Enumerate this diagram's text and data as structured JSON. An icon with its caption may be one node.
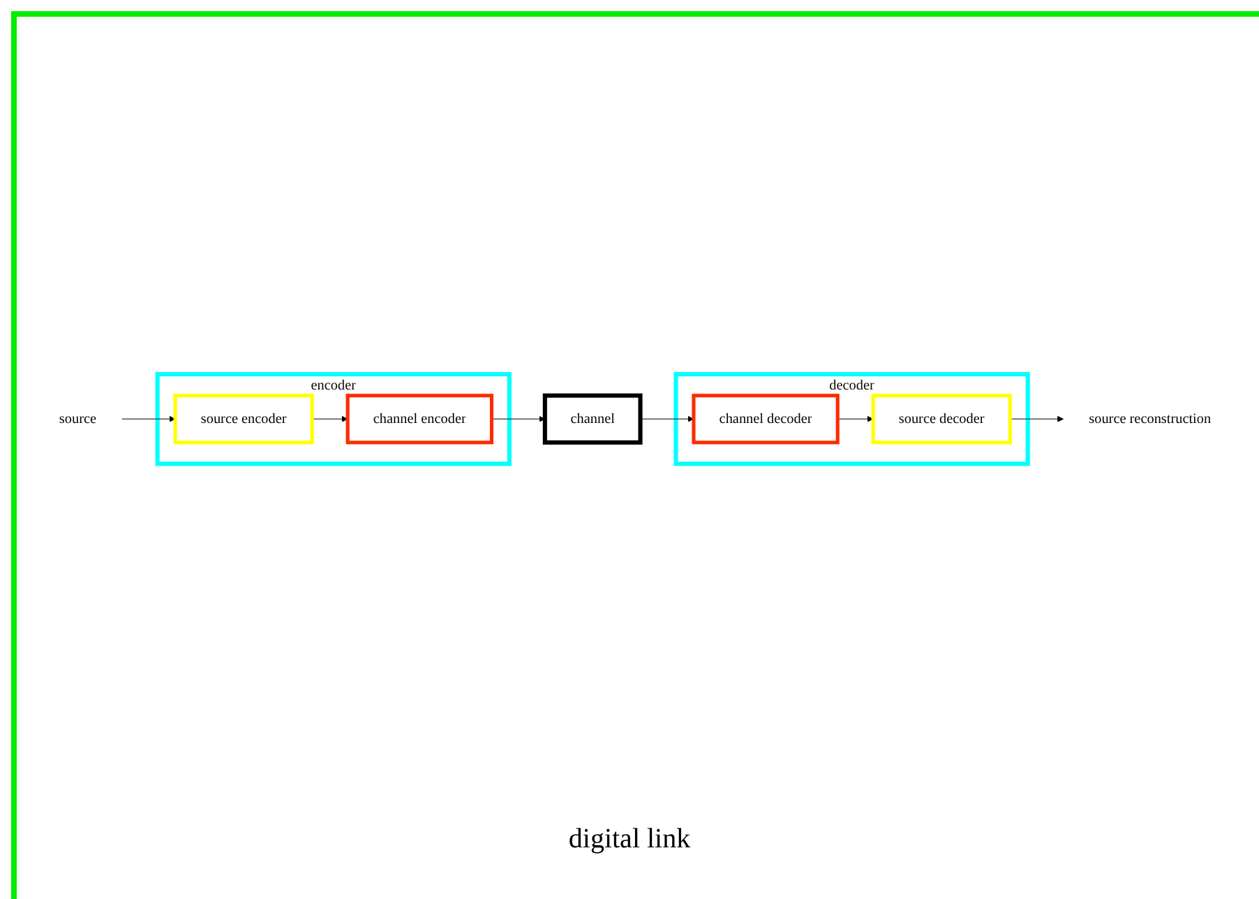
{
  "diagram": {
    "nodes": [
      {
        "text": [
          "encoder"
        ]
      },
      {
        "text": [
          "source encoder"
        ],
        "in": 0
      },
      {
        "text": [
          "channel encoder"
        ],
        "in": 0
      },
      {
        "text": [
          "source"
        ]
      },
      {
        "text": [
          "channel"
        ]
      },
      {
        "text": [
          "decoder"
        ]
      },
      {
        "text": [
          "source decoder"
        ],
        "in": 5
      },
      {
        "text": [
          "channel decoder"
        ],
        "in": 5
      },
      {
        "text": [
          "source reconstruction"
        ]
      }
    ],
    "edges": [
      {
        "from": 3,
        "to": 1,
        "arrow": "to"
      },
      {
        "from": 1,
        "to": 2,
        "arrow": "to"
      },
      {
        "from": 2,
        "to": 4,
        "arrow": "to"
      },
      {
        "from": 4,
        "to": 7,
        "arrow": "to"
      },
      {
        "from": 7,
        "to": 6,
        "arrow": "to"
      },
      {
        "from": 6,
        "to": 8,
        "arrow": "to"
      }
    ],
    "labels": [
      "digital link"
    ]
  }
}
